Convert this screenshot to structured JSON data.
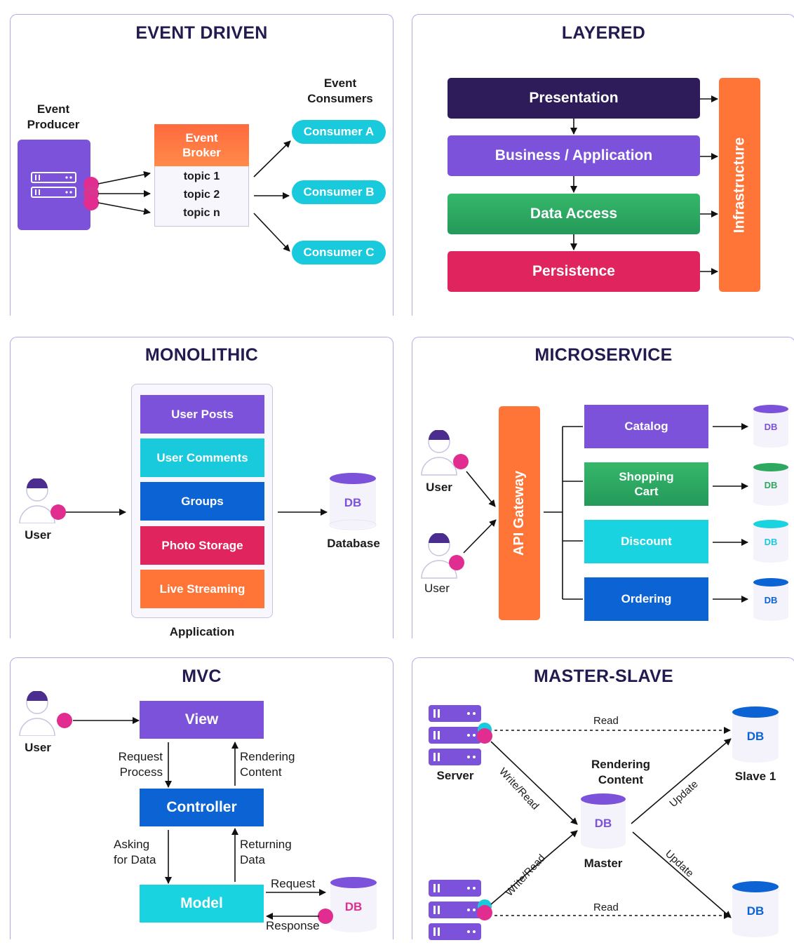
{
  "event_driven": {
    "title": "EVENT DRIVEN",
    "producer_label": "Event\nProducer",
    "broker_label": "Event\nBroker",
    "topics": [
      "topic 1",
      "topic 2",
      "topic n"
    ],
    "consumers_label": "Event\nConsumers",
    "consumers": [
      "Consumer A",
      "Consumer B",
      "Consumer C"
    ]
  },
  "layered": {
    "title": "LAYERED",
    "layers": [
      "Presentation",
      "Business / Application",
      "Data Access",
      "Persistence"
    ],
    "side": "Infrastructure"
  },
  "monolithic": {
    "title": "MONOLITHIC",
    "user_label": "User",
    "modules": [
      "User Posts",
      "User Comments",
      "Groups",
      "Photo Storage",
      "Live Streaming"
    ],
    "app_label": "Application",
    "db_text": "DB",
    "db_label": "Database"
  },
  "microservice": {
    "title": "MICROSERVICE",
    "users": [
      "User",
      "User"
    ],
    "gateway": "API Gateway",
    "services": [
      "Catalog",
      "Shopping\nCart",
      "Discount",
      "Ordering"
    ],
    "db_text": "DB"
  },
  "mvc": {
    "title": "MVC",
    "user_label": "User",
    "view": "View",
    "controller": "Controller",
    "model": "Model",
    "request_process": "Request\nProcess",
    "rendering_content": "Rendering\nContent",
    "asking_for_data": "Asking\nfor Data",
    "returning_data": "Returning\nData",
    "request": "Request",
    "response": "Response",
    "db_text": "DB"
  },
  "master_slave": {
    "title": "MASTER-SLAVE",
    "server_label": "Server",
    "read_top": "Read",
    "read_bottom": "Read",
    "write_read_top": "Write/Read",
    "write_read_bottom": "Write/Read",
    "rendering_content": "Rendering\nContent",
    "master_label": "Master",
    "slave_label": "Slave 1",
    "update_top": "Update",
    "update_bottom": "Update",
    "db_text": "DB"
  },
  "colors": {
    "purple": "#7b52d9",
    "dark_navy": "#2d1b5a",
    "green": "#2ea85e",
    "crimson": "#e0245e",
    "orange": "#ff7437",
    "cyan": "#19c9dc",
    "blue": "#0b63d4",
    "magenta_dot": "#e02d8f"
  }
}
